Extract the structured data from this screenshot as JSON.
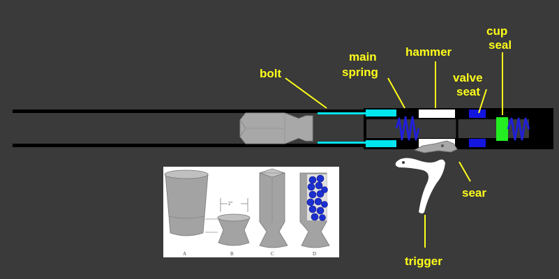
{
  "colors": {
    "background": "#3a3a3a",
    "label": "#ffff1a",
    "barrel": "#000000",
    "bolt_tube": "#00e5ee",
    "spring": "#1f1fd6",
    "hammer": "#ffffff",
    "valve_seat": "#1515e0",
    "cup_seal": "#22ee22",
    "metal": "#a8a8a8",
    "inset_bg": "#ffffff"
  },
  "labels": {
    "bolt": "bolt",
    "main_spring_1": "main",
    "main_spring_2": "spring",
    "hammer": "hammer",
    "valve_seat_1": "valve",
    "valve_seat_2": "seat",
    "cup_seal_1": "cup",
    "cup_seal_2": "seal",
    "sear": "sear",
    "trigger": "trigger"
  },
  "inset": {
    "dimension": "2\"",
    "letters": [
      "A",
      "B",
      "C",
      "D"
    ]
  }
}
